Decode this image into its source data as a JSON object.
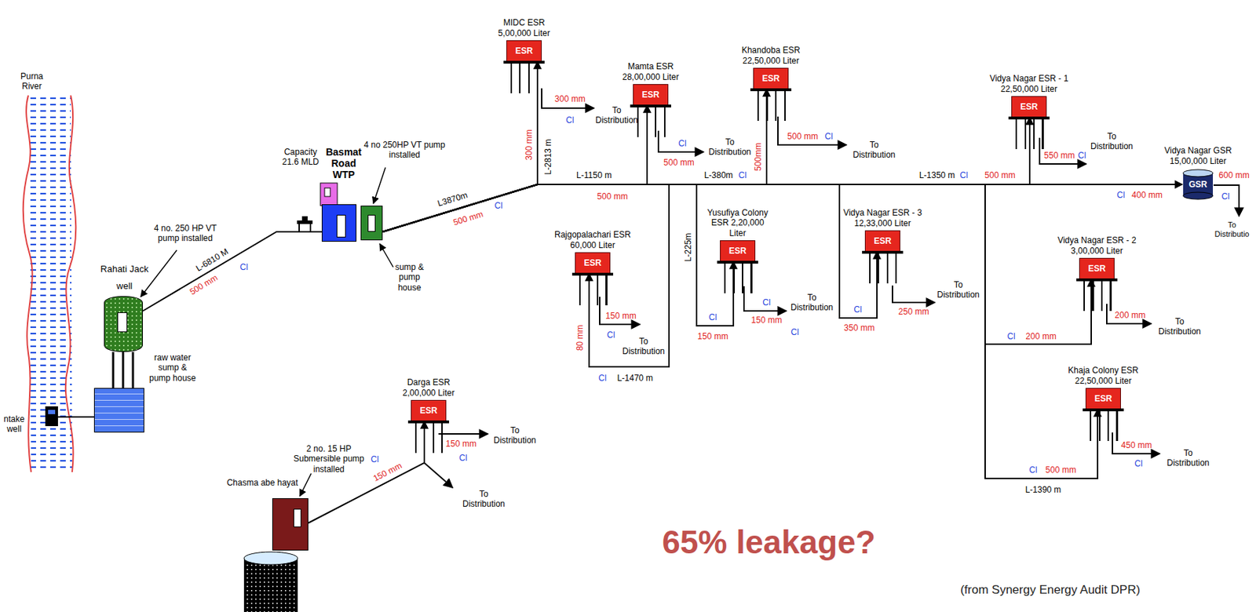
{
  "diagram": {
    "caption": "(from Synergy Energy Audit DPR)",
    "nodes": [
      {
        "text": [
          "Rahati Jack well"
        ]
      },
      {
        "text": [
          "raw water sump & pump house"
        ]
      },
      {
        "text": [
          "Basmat Road WTP"
        ]
      },
      {
        "text": [
          "sump & pump house"
        ]
      },
      {
        "text": [
          "MIDC ESR 5,00,000 Liter",
          "ESR"
        ]
      },
      {
        "text": [
          "Mamta ESR 28,00,000 Liter",
          "ESR"
        ]
      },
      {
        "text": [
          "Khandoba ESR 22,50,000 Liter",
          "ESR"
        ]
      },
      {
        "text": [
          "Vidya Nagar ESR - 1 22,50,000 Liter",
          "ESR"
        ]
      },
      {
        "text": [
          "Vidya Nagar GSR 15,00,000 Liter",
          "GSR"
        ]
      },
      {
        "text": [
          "Rajgopalachari ESR 60,000 Liter",
          "ESR"
        ]
      },
      {
        "text": [
          "Yusufiya Colony ESR 2,20,000 Liter",
          "ESR"
        ]
      },
      {
        "text": [
          "Vidya Nagar ESR - 3 12,33,000 Liter",
          "ESR"
        ]
      },
      {
        "text": [
          "Vidya Nagar ESR - 2 3,00,000 Liter",
          "ESR"
        ]
      },
      {
        "text": [
          "Khaja Colony ESR 22,50,000 Liter",
          "ESR"
        ]
      },
      {
        "text": [
          "Darga ESR 2,00,000 Liter",
          "ESR"
        ]
      },
      {
        "text": [
          "Chasma abe hayat"
        ]
      }
    ],
    "edges": [
      {
        "from": 0,
        "to": 2,
        "arrow": "none"
      },
      {
        "from": 3,
        "to": 4,
        "arrow": "to"
      },
      {
        "from": 3,
        "to": 5,
        "arrow": "to"
      },
      {
        "from": 3,
        "to": 6,
        "arrow": "to"
      },
      {
        "from": 3,
        "to": 7,
        "arrow": "to"
      },
      {
        "from": 3,
        "to": 8,
        "arrow": "to"
      },
      {
        "from": 3,
        "to": 9,
        "arrow": "to"
      },
      {
        "from": 3,
        "to": 10,
        "arrow": "to"
      },
      {
        "from": 3,
        "to": 11,
        "arrow": "to"
      },
      {
        "from": 3,
        "to": 12,
        "arrow": "to"
      },
      {
        "from": 3,
        "to": 13,
        "arrow": "to"
      },
      {
        "from": 15,
        "to": 14,
        "arrow": "to"
      }
    ],
    "labels": [
      "Purna River",
      "ntake well",
      "4 no. 250 HP VT pump installed",
      "L-6810 M",
      "500 mm",
      "Cl",
      "Capacity 21.6 MLD",
      "4 no 250HP VT pump installed",
      "L3870m",
      "500 mm",
      "Cl",
      "300 mm",
      "L-2813 m",
      "300 mm",
      "Cl",
      "To Distribution",
      "L-1150 m",
      "500 mm",
      "Cl",
      "500 mm",
      "To Distribution",
      "L-380m",
      "Cl",
      "500mm",
      "500 mm",
      "Cl",
      "To Distribution",
      "150 mm",
      "Cl",
      "To Distribution",
      "80 mm",
      "Cl",
      "L-1470 m",
      "L-225m",
      "Cl",
      "150 mm",
      "Cl",
      "150 mm",
      "Cl",
      "To Distribution",
      "Cl",
      "350 mm",
      "250 mm",
      "To Distribution",
      "L-1350 m",
      "Cl",
      "500 mm",
      "550 mm",
      "Cl",
      "To Distribution",
      "Cl",
      "400 mm",
      "600 mm",
      "Cl",
      "To Distributio",
      "Cl",
      "200 mm",
      "200 mm",
      "To Distribution",
      "Cl",
      "500 mm",
      "L-1390 m",
      "450 mm",
      "Cl",
      "To Distribution",
      "150 mm",
      "Cl",
      "To Distribution",
      "To Distribution",
      "Cl",
      "150 mm",
      "2 no. 15 HP Submersible pump installed",
      "65% leakage?"
    ]
  }
}
